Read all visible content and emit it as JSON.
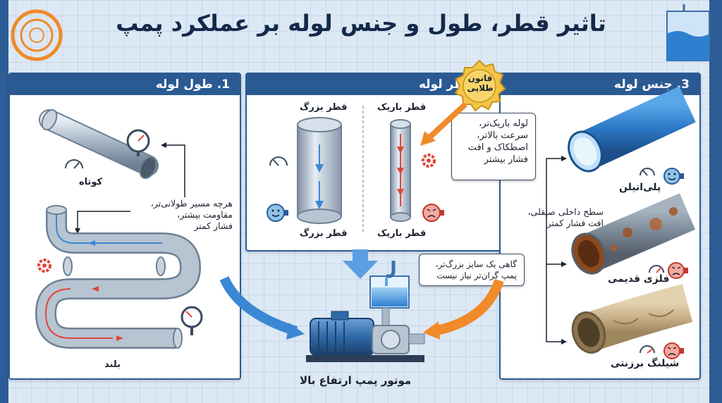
{
  "title": "تاثیر قطر، طول و جنس لوله بر عملکرد پمپ",
  "panels": {
    "length": {
      "header": "1. طول لوله",
      "short_label": "کوتاه",
      "long_label": "بلند",
      "note_lines": [
        "هرچه مسیر طولانی‌تر،",
        "مقاومت بیشتر،",
        "فشار کمتر"
      ]
    },
    "diameter": {
      "header": "2. قطر لوله",
      "wide_top": "قطر بزرگ",
      "narrow_top": "قطر باریک",
      "wide_bottom": "قطر بزرگ",
      "narrow_bottom": "قطر باریک"
    },
    "material": {
      "header": "3. جنس لوله",
      "pvc": "پلی‌اتیلن",
      "note_lines": [
        "سطح داخلی صیقلی،",
        "افت فشار کمتر"
      ],
      "metal": "فلزی قدیمی",
      "hose": "شیلنگ برزنتی"
    }
  },
  "golden_rule": {
    "line1": "قانون",
    "line2": "طلایی",
    "lines": [
      "لوله باریک‌تر،",
      "سرعت بالاتر،",
      "اصطکاک و افت",
      "فشار بیشتر"
    ]
  },
  "pump_note": {
    "lines": [
      "گاهی یک سایز بزرگ‌تر،",
      "پمپ گران‌تر نیاز نیست"
    ]
  },
  "pump_label": "موتور پمپ ارتفاع بالا",
  "colors": {
    "primary": "#2b5a93",
    "orange": "#f08a2a",
    "red_arrow": "#e0463a",
    "blue_arrow": "#3b87d4",
    "gold": "#f3c545"
  }
}
